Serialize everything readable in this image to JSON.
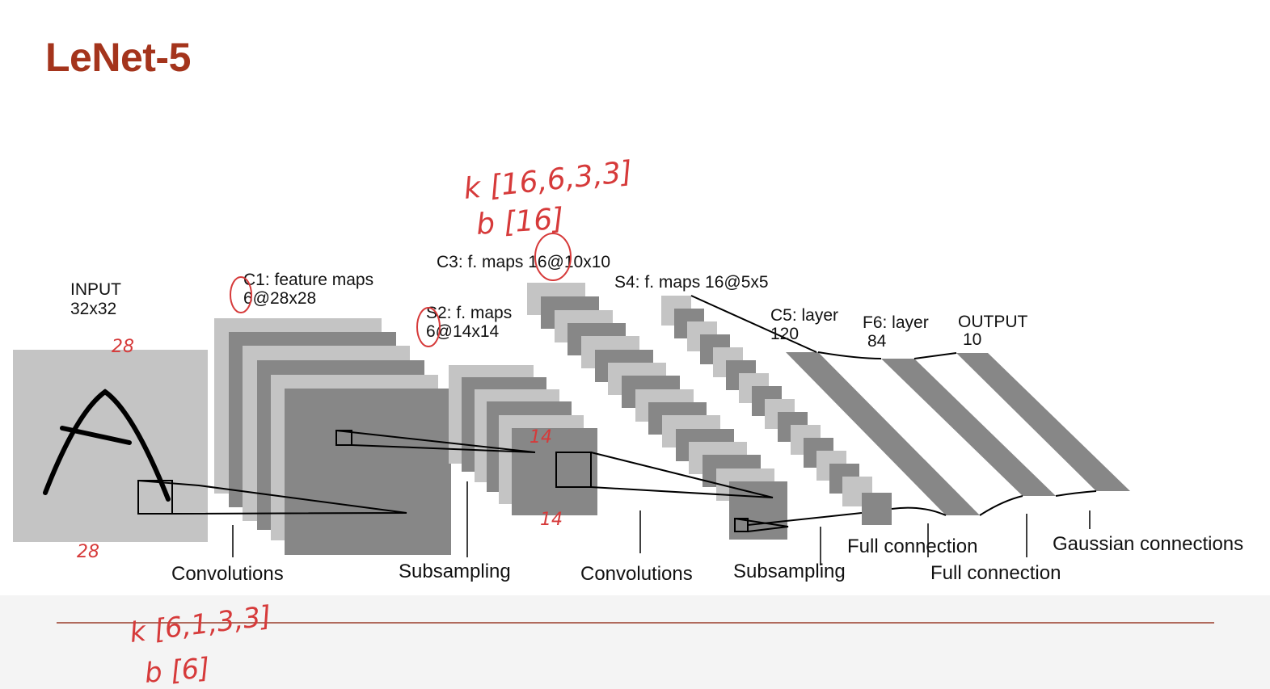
{
  "title": "LeNet-5",
  "layers": {
    "input": {
      "name": "INPUT",
      "size": "32x32"
    },
    "c1": {
      "name": "C1: feature maps",
      "size": "6@28x28"
    },
    "s2": {
      "name": "S2: f. maps",
      "size": "6@14x14"
    },
    "c3": {
      "name": "C3: f. maps 16@10x10"
    },
    "s4": {
      "name": "S4: f. maps 16@5x5"
    },
    "c5": {
      "name": "C5: layer",
      "size": "120"
    },
    "f6": {
      "name": "F6: layer",
      "size": "84"
    },
    "output": {
      "name": "OUTPUT",
      "size": "10"
    }
  },
  "operations": [
    "Convolutions",
    "Subsampling",
    "Convolutions",
    "Subsampling",
    "Full connection",
    "Full connection",
    "Gaussian connections"
  ],
  "annotations": {
    "input_glyph": "A",
    "c1_kernel": "k [6,1,3,3]",
    "c1_bias": "b [6]",
    "c3_kernel": "k [16,6,3,3]",
    "c3_bias": "b [16]",
    "input_width": "28",
    "input_height": "28",
    "s2_width": "14",
    "s2_height": "14"
  },
  "colors": {
    "title": "#a4341c",
    "annotation": "#d63a3a",
    "map_light": "#c4c4c4",
    "map_dark": "#878787"
  }
}
